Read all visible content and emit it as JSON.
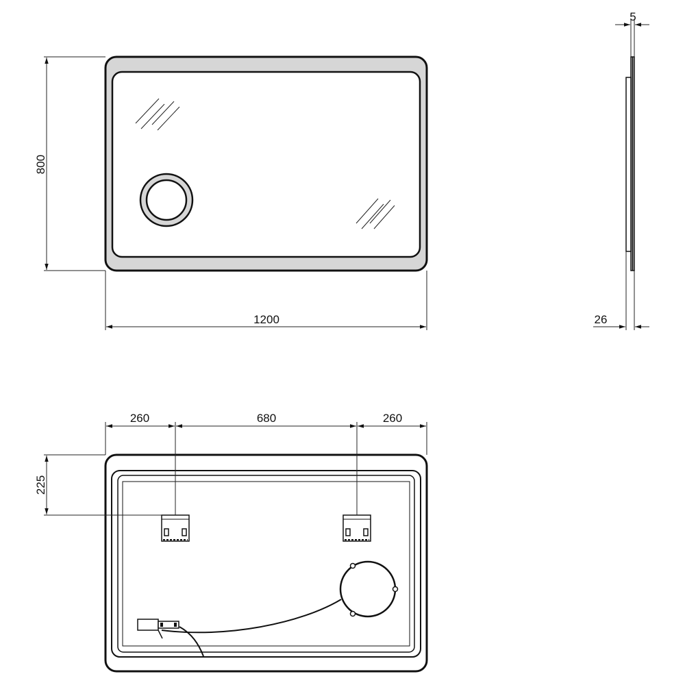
{
  "front_view": {
    "height_label": "800",
    "width_label": "1200"
  },
  "side_view": {
    "glass_thickness_label": "5",
    "depth_label": "26"
  },
  "rear_view": {
    "left_offset_label": "260",
    "bracket_spacing_label": "680",
    "right_offset_label": "260",
    "top_offset_label": "225"
  }
}
